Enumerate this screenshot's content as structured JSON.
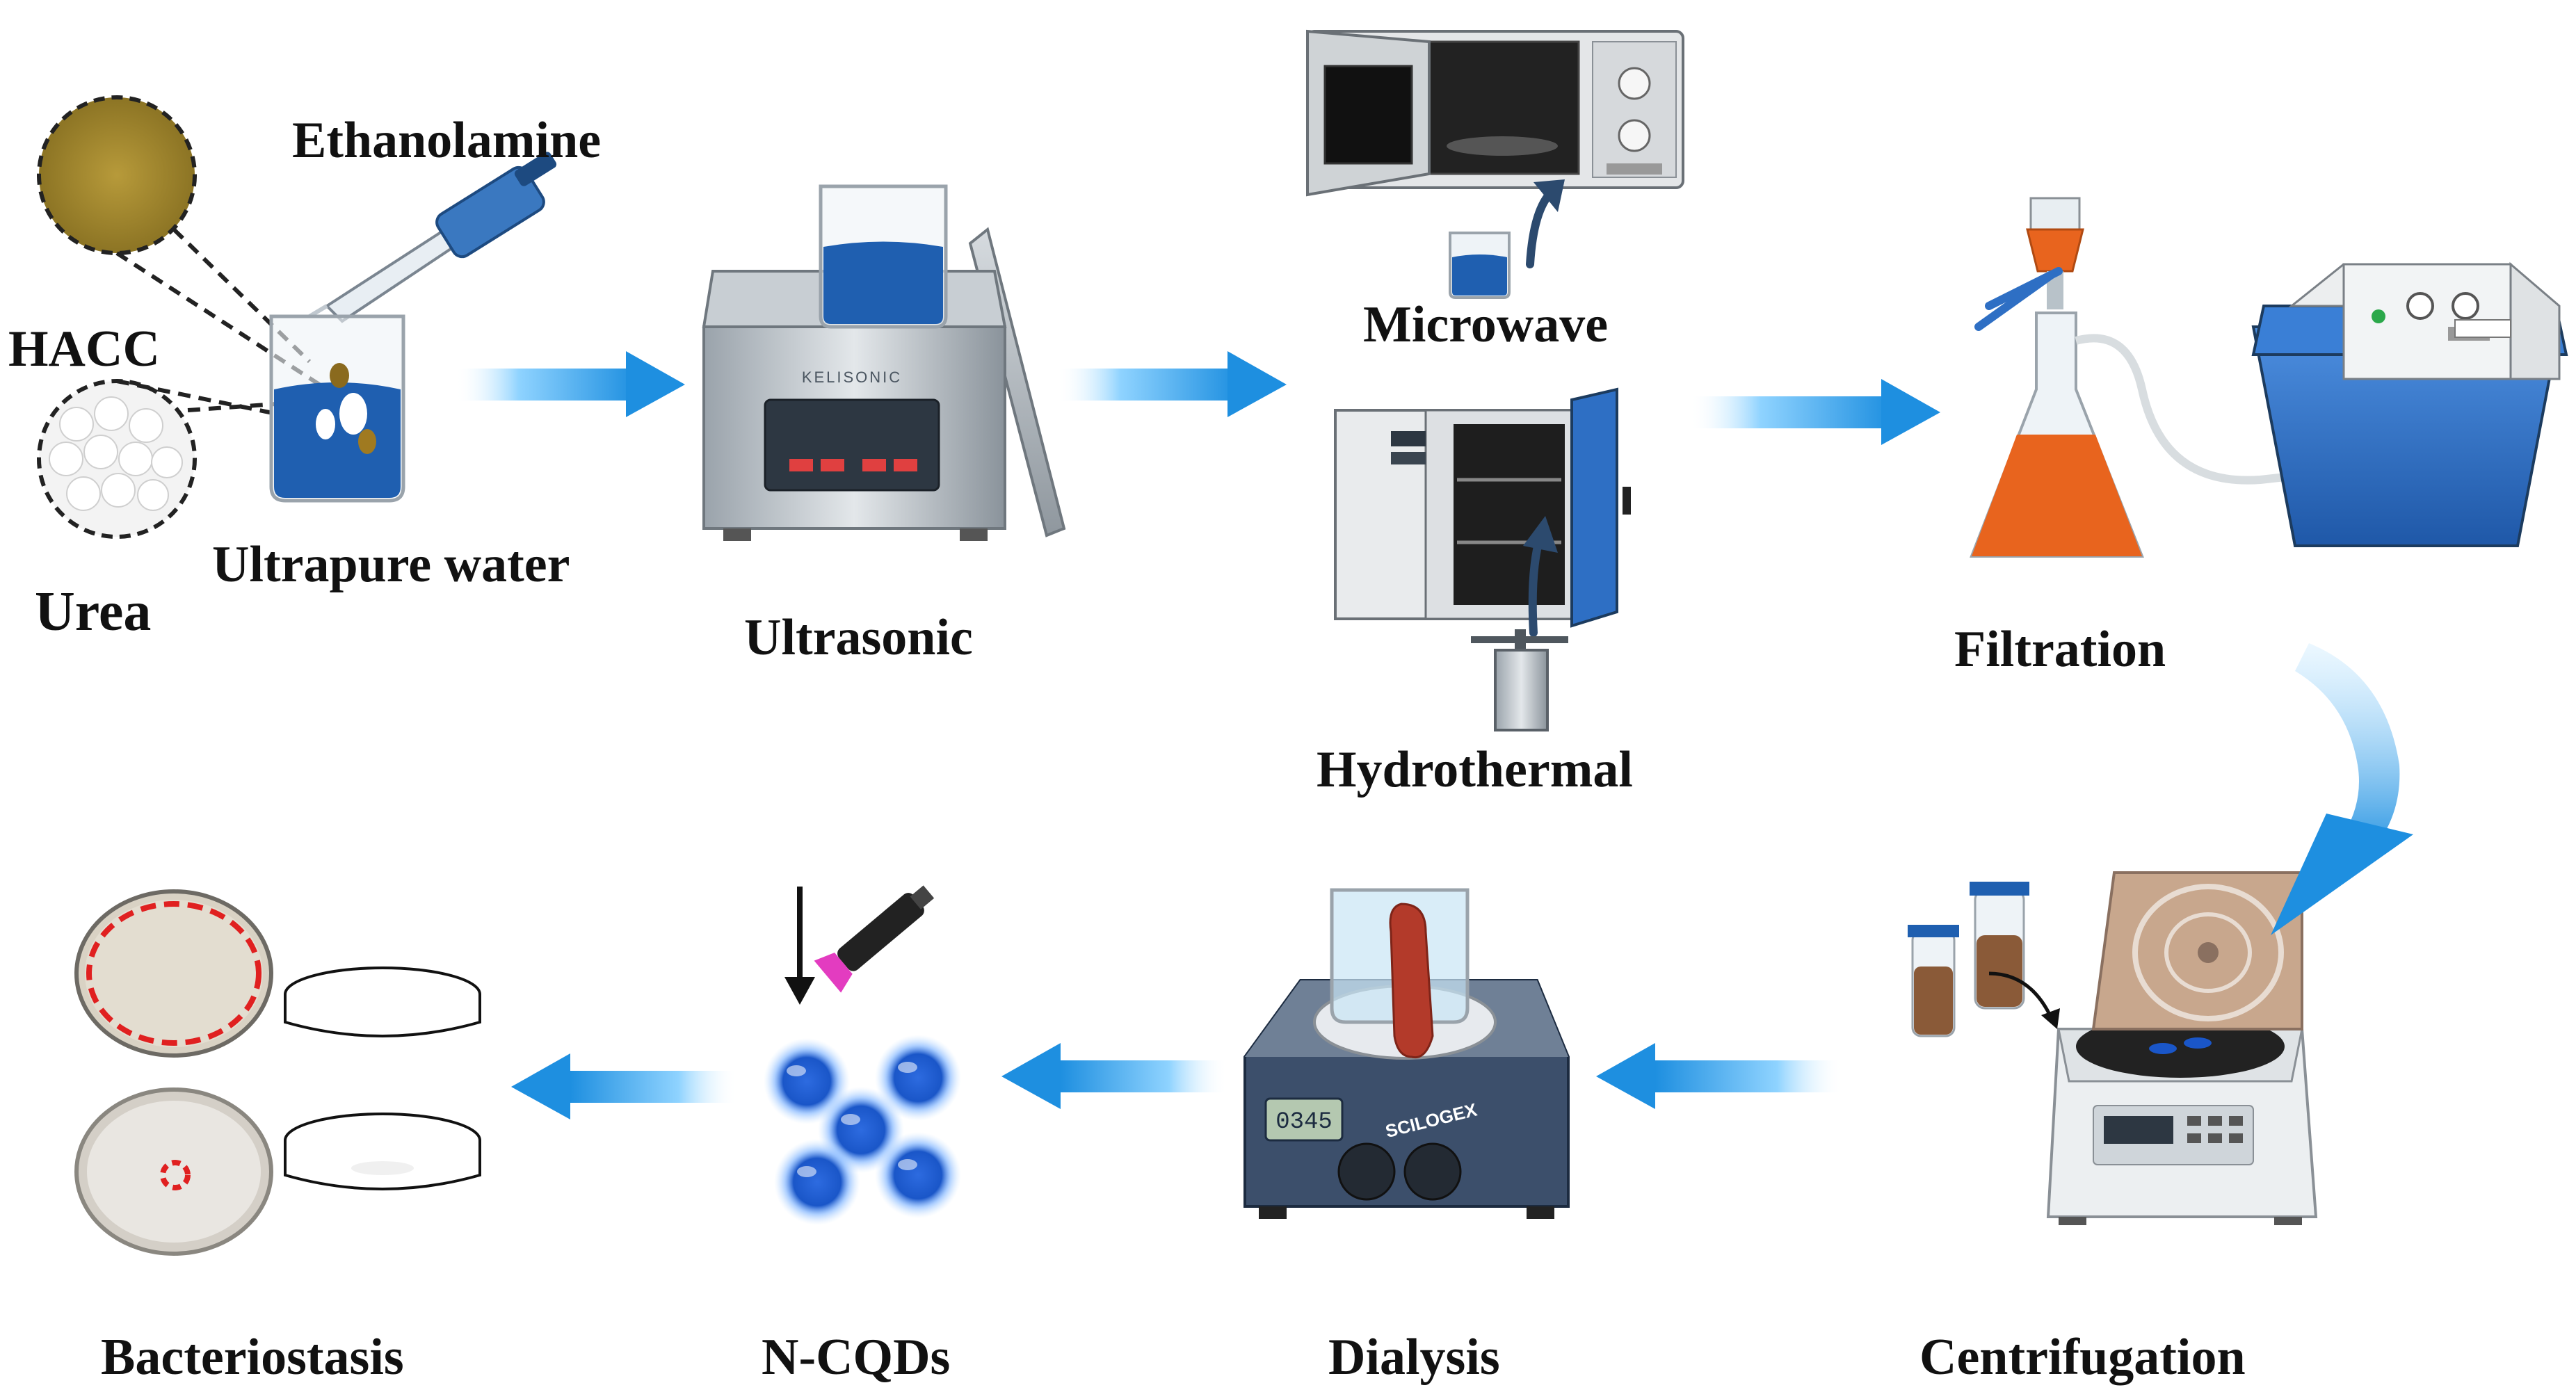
{
  "labels": {
    "ethanolamine": "Ethanolamine",
    "hacc": "HACC",
    "urea": "Urea",
    "ultrapure_water": "Ultrapure water",
    "ultrasonic": "Ultrasonic",
    "microwave": "Microwave",
    "hydrothermal": "Hydrothermal",
    "filtration": "Filtration",
    "centrifugation": "Centrifugation",
    "dialysis": "Dialysis",
    "ncqds": "N-CQDs",
    "bacteriostasis": "Bacteriostasis"
  },
  "device_text": {
    "sonicator_brand": "KELISONIC",
    "stirrer_brand": "SCILOGEX",
    "stirrer_display": "0345"
  },
  "colors": {
    "flow_arrow": "#1e8fe0",
    "solution_blue": "#1f5fb0",
    "filtrate_orange": "#e8641e",
    "dialysis_bag": "#b33a2a",
    "pump_blue": "#2e6fc4",
    "accent_dark": "#1c3b5e",
    "annotation_arrow": "#2c4a6e",
    "inhibition_ring": "#e02020",
    "dot_blue": "#1a56c8",
    "uv_pink": "#e33cc0"
  },
  "icons": [
    "pipette-icon",
    "beaker-icon",
    "ultrasonic-bath-icon",
    "microwave-oven-icon",
    "drying-oven-icon",
    "autoclave-reactor-icon",
    "vacuum-filtration-icon",
    "vacuum-pump-icon",
    "centrifuge-icon",
    "centrifuge-tube-icon",
    "magnetic-stirrer-icon",
    "dialysis-bag-icon",
    "uv-lamp-icon",
    "quantum-dot-icon",
    "petri-dish-icon"
  ]
}
